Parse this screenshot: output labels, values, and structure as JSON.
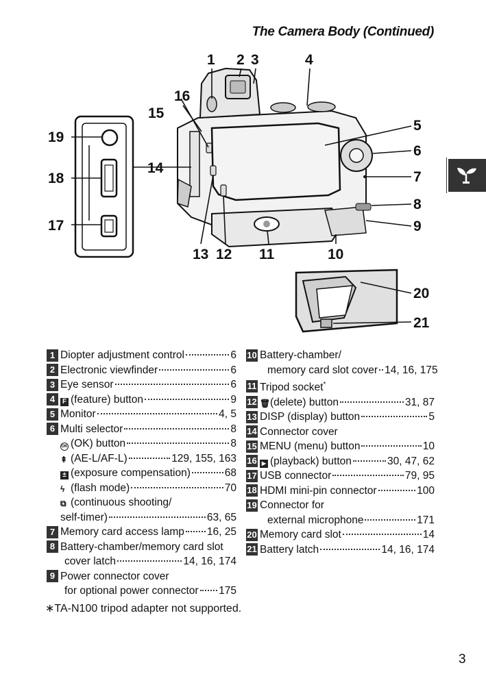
{
  "header": {
    "title": "The Camera Body (Continued)"
  },
  "diagram": {
    "callouts": [
      "1",
      "2",
      "3",
      "4",
      "5",
      "6",
      "7",
      "8",
      "9",
      "10",
      "11",
      "12",
      "13",
      "14",
      "15",
      "16",
      "17",
      "18",
      "19",
      "20",
      "21"
    ]
  },
  "parts_left": [
    {
      "num": "1",
      "label": "Diopter adjustment control",
      "pages": "6"
    },
    {
      "num": "2",
      "label": "Electronic viewfinder",
      "pages": "6"
    },
    {
      "num": "3",
      "label": "Eye sensor",
      "pages": "6"
    },
    {
      "num": "4",
      "label": "(feature) button",
      "pages": "9",
      "icon": "F"
    },
    {
      "num": "5",
      "label": "Monitor",
      "pages": "4, 5"
    },
    {
      "num": "6",
      "label": "Multi selector",
      "pages": "8"
    },
    {
      "sub": true,
      "label": "(OK) button",
      "pages": "8",
      "icon": "OK"
    },
    {
      "sub": true,
      "label": "(AE-L/AF-L)",
      "pages": "129, 155, 163",
      "icon": "AE"
    },
    {
      "sub": true,
      "label": "(exposure compensation)",
      "pages": "68",
      "icon": "+/-"
    },
    {
      "sub": true,
      "label": "(flash mode)",
      "pages": "70",
      "icon": "flash"
    },
    {
      "sub": true,
      "label": "(continuous shooting/",
      "pages": "",
      "icon": "cont"
    },
    {
      "sub": true,
      "label": "self-timer)",
      "pages": "63, 65"
    },
    {
      "num": "7",
      "label": "Memory card access lamp",
      "pages": "16, 25"
    },
    {
      "num": "8",
      "label": "Battery-chamber/memory card slot",
      "pages": ""
    },
    {
      "sub": true,
      "indent": true,
      "label": "cover latch",
      "pages": "14, 16, 174"
    },
    {
      "num": "9",
      "label": "Power connector cover",
      "pages": ""
    },
    {
      "sub": true,
      "indent": true,
      "label": "for optional power connector",
      "pages": "175"
    }
  ],
  "parts_right": [
    {
      "num": "10",
      "label": "Battery-chamber/",
      "pages": ""
    },
    {
      "sub": true,
      "indent": true,
      "label": "memory card slot cover",
      "pages": "14, 16, 175"
    },
    {
      "num": "11",
      "label": "Tripod socket",
      "sup": "*",
      "pages": ""
    },
    {
      "num": "12",
      "label": "(delete) button",
      "pages": "31, 87",
      "icon": "trash"
    },
    {
      "num": "13",
      "label": "DISP (display) button",
      "pages": "5"
    },
    {
      "num": "14",
      "label": "Connector cover",
      "pages": ""
    },
    {
      "num": "15",
      "label": "MENU (menu) button",
      "pages": "10"
    },
    {
      "num": "16",
      "label": "(playback) button",
      "pages": "30, 47, 62",
      "icon": "play"
    },
    {
      "num": "17",
      "label": "USB connector",
      "pages": "79, 95"
    },
    {
      "num": "18",
      "label": "HDMI mini-pin connector",
      "pages": "100"
    },
    {
      "num": "19",
      "label": "Connector for",
      "pages": ""
    },
    {
      "sub": true,
      "indent": true,
      "label": "external microphone",
      "pages": "171"
    },
    {
      "num": "20",
      "label": "Memory card slot",
      "pages": "14"
    },
    {
      "num": "21",
      "label": "Battery latch",
      "pages": "14, 16, 174"
    }
  ],
  "footnote": "∗TA-N100 tripod adapter not supported.",
  "page_number": "3",
  "colors": {
    "label_bg": "#333333",
    "side_tab_bg": "#333333"
  }
}
